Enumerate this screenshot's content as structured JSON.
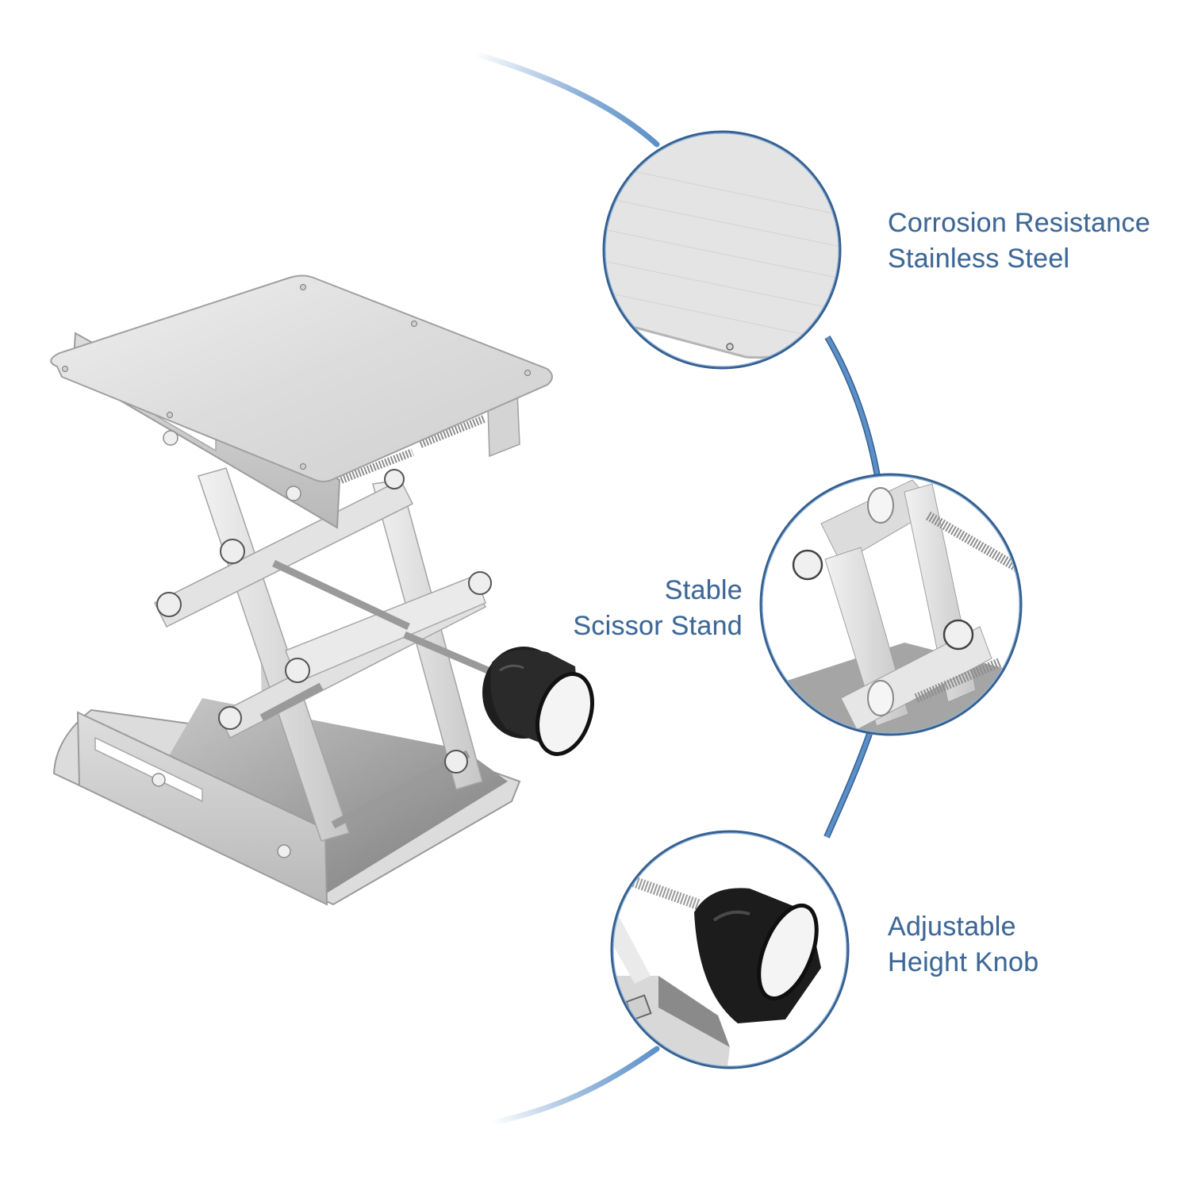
{
  "features": [
    {
      "id": "corrosion",
      "line1": "Corrosion Resistance",
      "line2": "Stainless Steel",
      "detail_icon": "brushed-steel-plate-icon"
    },
    {
      "id": "scissor",
      "line1": "Stable",
      "line2": "Scissor Stand",
      "detail_icon": "scissor-joint-icon"
    },
    {
      "id": "knob",
      "line1": "Adjustable",
      "line2": "Height Knob",
      "detail_icon": "black-knob-icon"
    }
  ],
  "product": {
    "name_icon": "lab-scissor-lift-icon"
  },
  "colors": {
    "text": "#3d6796",
    "arc": "#5b8fc8",
    "arc_outline": "#35608f",
    "steel_light": "#e6e6e6",
    "steel_mid": "#c8c8c8",
    "steel_dark": "#8e8e8e",
    "knob": "#1c1c1c"
  }
}
